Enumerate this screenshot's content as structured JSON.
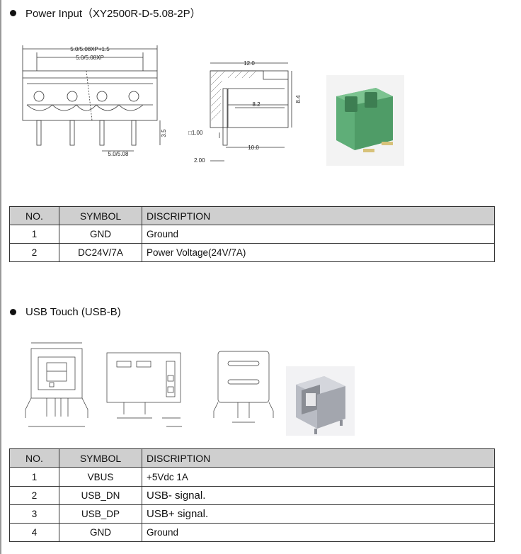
{
  "section1": {
    "title": "Power  Input（XY2500R-D-5.08-2P）",
    "drawing_front": {
      "dim_top1": "5.0/5.08XP+1.5",
      "dim_top2": "5.0/5.08XP",
      "dim_side": "3.5",
      "dim_bottom": "5.0/5.08"
    },
    "drawing_side": {
      "dim_width": "12.0",
      "dim_height": "8.4",
      "dim_inner": "8.2",
      "dim_pin": "□1.00",
      "dim_pitch": "10.0",
      "dim_offset": "2.00"
    },
    "table": {
      "headers": [
        "NO.",
        "SYMBOL",
        "DISCRIPTION"
      ],
      "rows": [
        [
          "1",
          "GND",
          "Ground"
        ],
        [
          "2",
          "DC24V/7A",
          "Power  Voltage(24V/7A)"
        ]
      ]
    }
  },
  "section2": {
    "title": "USB Touch (USB-B)",
    "table": {
      "headers": [
        "NO.",
        "SYMBOL",
        "DISCRIPTION"
      ],
      "rows": [
        [
          "1",
          "VBUS",
          "+5Vdc  1A"
        ],
        [
          "2",
          "USB_DN",
          "USB-  signal."
        ],
        [
          "3",
          "USB_DP",
          "USB+  signal."
        ],
        [
          "4",
          "GND",
          "Ground"
        ]
      ]
    }
  },
  "colors": {
    "table_header_bg": "#cfcfcf",
    "connector_green": "#5fae78",
    "usb_metal": "#b9bcc4"
  }
}
